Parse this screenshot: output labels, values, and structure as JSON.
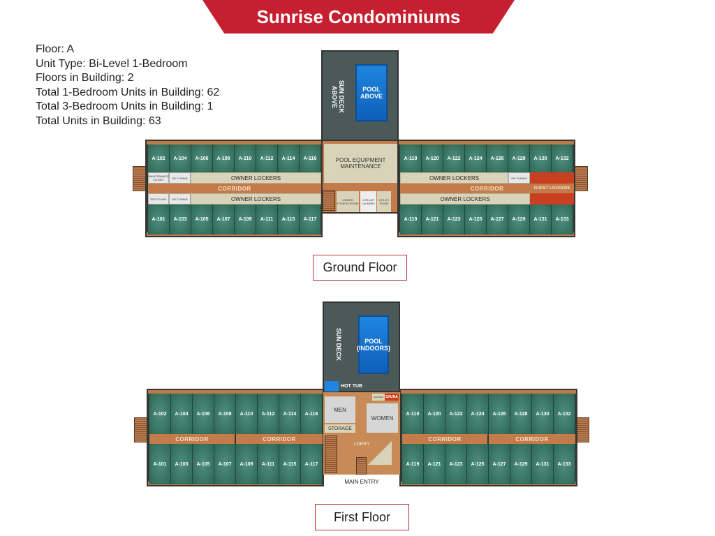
{
  "title": "Sunrise Condominiums",
  "info": [
    {
      "label": "Floor",
      "value": "A"
    },
    {
      "label": "Unit Type",
      "value": "Bi-Level 1-Bedroom"
    },
    {
      "label": "Floors in Building",
      "value": "2"
    },
    {
      "label": "Total 1-Bedroom Units in Building",
      "value": "62"
    },
    {
      "label": "Total 3-Bedroom Units in Building",
      "value": "1"
    },
    {
      "label": "Total Units in Building",
      "value": "63"
    }
  ],
  "units": {
    "left_top": [
      "A-102",
      "A-104",
      "A-106",
      "A-108",
      "A-110",
      "A-112",
      "A-114",
      "A-116"
    ],
    "left_bottom": [
      "A-101",
      "A-103",
      "A-105",
      "A-107",
      "A-109",
      "A-111",
      "A-115",
      "A-117"
    ],
    "right_top": [
      "A-118",
      "A-120",
      "A-122",
      "A-124",
      "A-126",
      "A-128",
      "A-130",
      "A-132"
    ],
    "right_bottom": [
      "A-119",
      "A-121",
      "A-123",
      "A-125",
      "A-127",
      "A-129",
      "A-131",
      "A-133"
    ]
  },
  "ground": {
    "label": "Ground Floor",
    "sun_deck": "SUN DECK ABOVE",
    "pool": "POOL ABOVE",
    "owner_lockers": "OWNER LOCKERS",
    "corridor": "CORRIDOR",
    "maintenance_closet": "MAINTENANCE CLOSET",
    "ski_tuning": "SKI TUNING",
    "recycling": "RECYCLING",
    "pool_equipment": "POOL EQUIPMENT MAINTENANCE",
    "fitness": "OWNER FITNESS ROOM",
    "laundry": "COIN-OP LAUNDRY",
    "utility": "UTILITY ROOM",
    "guest_lockers": "GUEST LOCKERS"
  },
  "first": {
    "label": "First Floor",
    "sun_deck": "SUN DECK",
    "pool": "POOL (INDOORS)",
    "hot_tub": "HOT TUB",
    "sauna": "SAUNA",
    "shower": "SHOWER",
    "men": "MEN",
    "women": "WOMEN",
    "storage": "STORAGE",
    "lobby": "LOBBY",
    "main_entry": "MAIN ENTRY",
    "corridor": "CORRIDOR"
  },
  "colors": {
    "banner": "#c61f2f",
    "unit": "#3c7a68",
    "corridor": "#c47b4a",
    "lockers": "#d9d4b9",
    "pool": "#1e86e0",
    "guest_lockers": "#c8401f"
  }
}
